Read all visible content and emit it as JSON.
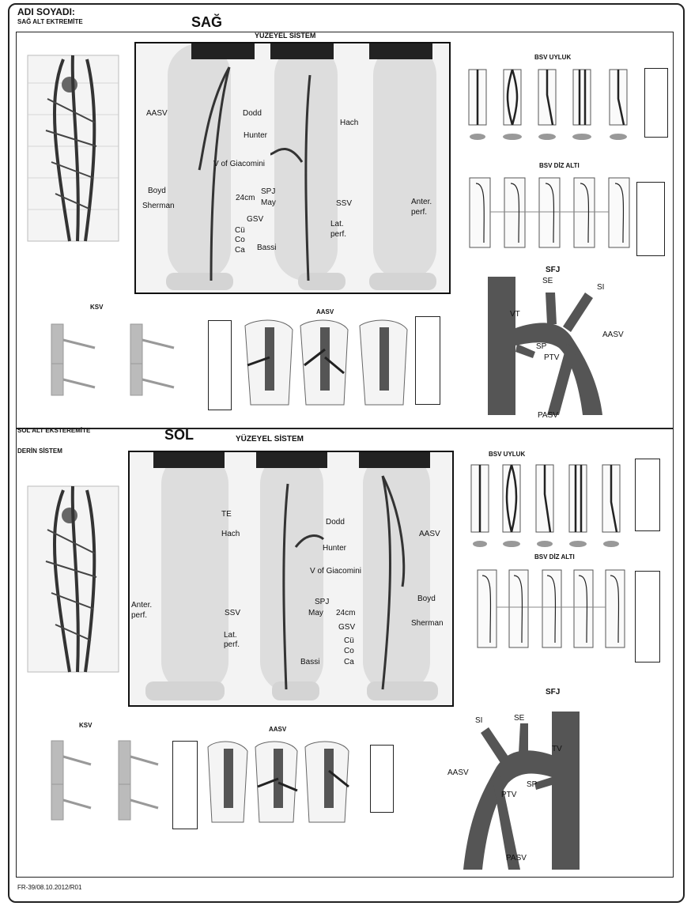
{
  "header": {
    "name_label": "ADI SOYADI:",
    "right_title": "SAĞ ALT EKTREMİTE",
    "right_side": "SAĞ"
  },
  "top": {
    "system_title": "YÜZEYEL SİSTEM",
    "labels": {
      "aasv": "AASV",
      "dodd": "Dodd",
      "hunter": "Hunter",
      "hach": "Hach",
      "giacomini": "V of Giacomini",
      "boyd": "Boyd",
      "sherman": "Sherman",
      "cm24": "24cm",
      "spj": "SPJ",
      "may": "May",
      "ssv": "SSV",
      "anter": "Anter.",
      "perf1": "perf.",
      "gsv": "GSV",
      "cu": "Cü",
      "co": "Co",
      "ca": "Ca",
      "lat": "Lat.",
      "perf2": "perf.",
      "bassi": "Bassi"
    },
    "bsv_uyluk": "BSV UYLUK",
    "bsv_diz": "BSV DİZ ALTI",
    "ksv": "KSV",
    "aasv_title": "AASV",
    "sfj": {
      "title": "SFJ",
      "se": "SE",
      "si": "SI",
      "vt": "VT",
      "sp": "SP",
      "ptv": "PTV",
      "aasv": "AASV",
      "pasv": "PASV"
    }
  },
  "bottom": {
    "left_title": "SOL ALT EKSTEREMİTE",
    "side": "SOL",
    "deep_label": "DERİN SİSTEM",
    "system_title": "YÜZEYEL SİSTEM",
    "labels": {
      "te": "TE",
      "dodd": "Dodd",
      "hach": "Hach",
      "hunter": "Hunter",
      "aasv": "AASV",
      "giacomini": "V of Giacomini",
      "spj": "SPJ",
      "boyd": "Boyd",
      "anter": "Anter.",
      "perf1": "perf.",
      "ssv": "SSV",
      "may": "May",
      "cm24": "24cm",
      "sherman": "Sherman",
      "lat": "Lat.",
      "perf2": "perf.",
      "gsv": "GSV",
      "cu": "Cü",
      "co": "Co",
      "ca": "Ca",
      "bassi": "Bassi"
    },
    "bsv_uyluk": "BSV UYLUK",
    "bsv_diz": "BSV DİZ ALTI",
    "ksv": "KSV",
    "aasv_title": "AASV",
    "sfj": {
      "title": "SFJ",
      "si": "SI",
      "se": "SE",
      "tv": "TV",
      "aasv": "AASV",
      "sp": "SP",
      "ptv": "PTV",
      "pasv": "PASV"
    }
  },
  "footer": "FR-39/08.10.2012/R01"
}
